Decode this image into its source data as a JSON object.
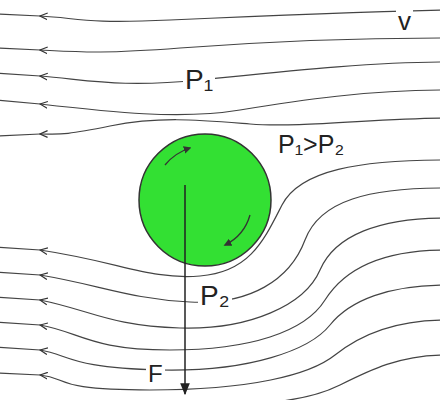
{
  "diagram": {
    "labels": [
      "v",
      "P₁",
      "P₁>P₂",
      "P₂",
      "F"
    ]
  }
}
